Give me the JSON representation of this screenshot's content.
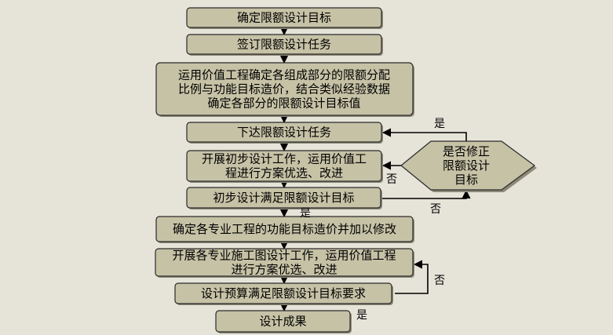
{
  "nodes": {
    "n1": [
      "确定限额设计目标"
    ],
    "n2": [
      "签订限额设计任务"
    ],
    "n3": [
      "运用价值工程确定各组成部分的限额分配",
      "比例与功能目标造价，结合类似经验数据",
      "确定各部分的限额设计目标值"
    ],
    "n4": [
      "下达限额设计任务"
    ],
    "n5": [
      "开展初步设计工作，运用价值工",
      "程进行方案优选、改进"
    ],
    "n6": [
      "初步设计满足限额设计目标"
    ],
    "d1": [
      "是否修正",
      "限额设计",
      "目标"
    ],
    "n7": [
      "确定各专业工程的功能目标造价并加以修改"
    ],
    "n8": [
      "开展各专业施工图设计工作，运用价值工程",
      "进行方案优选、改进"
    ],
    "n9": [
      "设计预算满足限额设计目标要求"
    ],
    "n10": [
      "设计成果"
    ]
  },
  "edge_labels": {
    "yes_d1_to_n4": "是",
    "no_d1_to_n5": "否",
    "no_n6_to_d1": "否",
    "yes_n6_to_n7": "是",
    "no_n9_to_n8": "否",
    "yes_n9_to_n10": "是"
  }
}
